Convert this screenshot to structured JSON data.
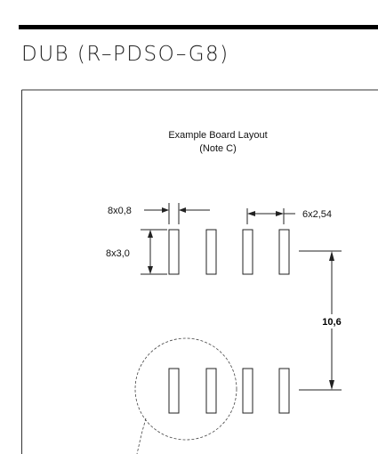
{
  "package_title": "DUB (R–PDSO–G8)",
  "layout": {
    "title_line1": "Example Board Layout",
    "title_line2": "(Note C)"
  },
  "dimensions": {
    "pad_width": "8x0,8",
    "pad_height": "8x3,0",
    "pad_pitch": "6x2,54",
    "row_spacing": "10,6"
  },
  "pads": {
    "top_row_count": 4,
    "bottom_row_count": 4
  }
}
